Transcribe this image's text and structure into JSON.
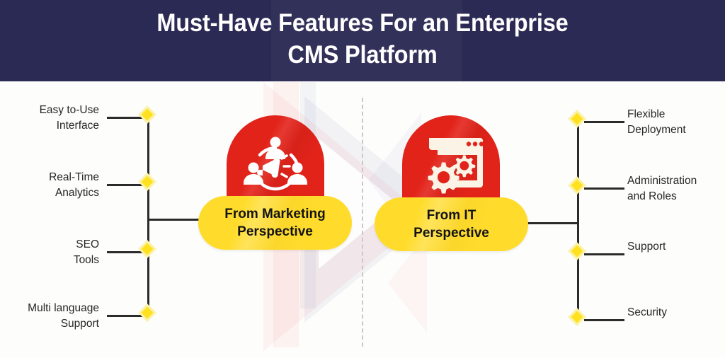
{
  "header": {
    "title_line1": "Must-Have Features For an Enterprise",
    "title_line2": "CMS Platform",
    "background_color": "#2b2a54",
    "text_color": "#ffffff"
  },
  "theme": {
    "red": "#e2231a",
    "yellow": "#ffdc2c",
    "diamond_yellow": "#ffe11f",
    "line_color": "#2b2b2b",
    "page_background": "#fdfdfb",
    "divider_color": "#cfc6c6"
  },
  "nodes": [
    {
      "id": "marketing",
      "label": "From Marketing\nPerspective",
      "icon": "megaphone-people-icon"
    },
    {
      "id": "it",
      "label": "From IT\nPerspective",
      "icon": "browser-gears-icon"
    }
  ],
  "left_branches": [
    {
      "label": "Easy to-Use\nInterface"
    },
    {
      "label": "Real-Time\nAnalytics"
    },
    {
      "label": "SEO\nTools"
    },
    {
      "label": "Multi language\nSupport"
    }
  ],
  "right_branches": [
    {
      "label": "Flexible\nDeployment"
    },
    {
      "label": "Administration\nand Roles"
    },
    {
      "label": "Support"
    },
    {
      "label": "Security"
    }
  ]
}
